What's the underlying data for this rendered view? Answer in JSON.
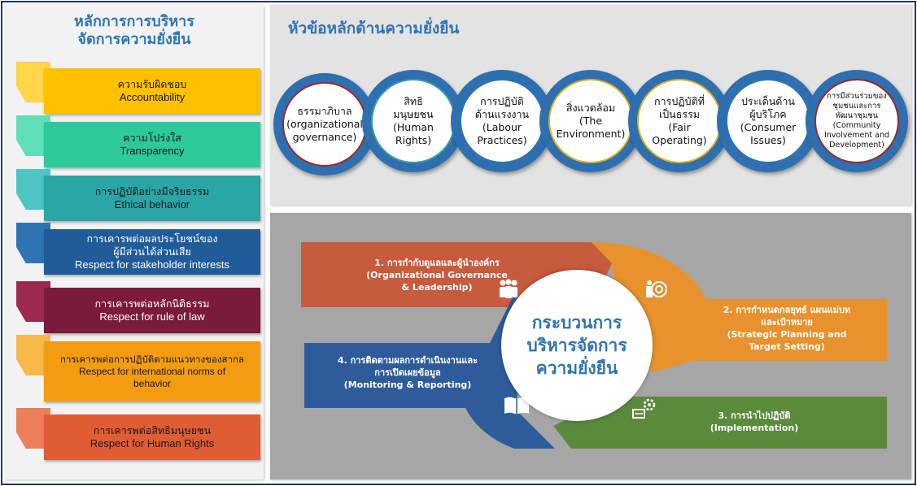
{
  "left_panel": {
    "title_line1": "หลักการการบริหาร",
    "title_line2": "จัดการความยั่งยืน",
    "principles": [
      {
        "th": "ความรับผิดชอบ",
        "en": "Accountability",
        "color": "#ffc000",
        "fold_color": "#ffd54a"
      },
      {
        "th": "ความโปร่งใส",
        "en": "Transparency",
        "color": "#2ec99a",
        "fold_color": "#5fe0b8"
      },
      {
        "th": "การปฏิบัติอย่างมีจริยธรรม",
        "en": "Ethical behavior",
        "color": "#2aa6a6",
        "fold_color": "#4fc4c4"
      },
      {
        "th": "การเคารพต่อผลประโยชน์ของ",
        "th2": "ผู้มีส่วนได้ส่วนเสีย",
        "en": "Respect for stakeholder interests",
        "color": "#1f5c99",
        "fold_color": "#2e74b5"
      },
      {
        "th": "การเคารพต่อหลักนิติธรรม",
        "en": "Respect for rule of law",
        "color": "#7b1a3a",
        "fold_color": "#9c2a50"
      },
      {
        "th": "การเคารพต่อการปฏิบัติตามแนวทางของสากล",
        "en": "Respect for international norms of",
        "en2": "behavior",
        "color": "#f39c12",
        "fold_color": "#f7b84a"
      },
      {
        "th": "การเคารพต่อสิทธิมนุษยชน",
        "en": "Respect for Human Rights",
        "color": "#e05c35",
        "fold_color": "#ec7f5b"
      }
    ]
  },
  "top_panel": {
    "title": "หัวข้อหลักด้านความยั่งยืน",
    "topics": [
      {
        "text": "ธรรมาภิบาล\n(organizational\ngovernance)",
        "ring": "#9a2a2a",
        "small": false
      },
      {
        "text": "สิทธิ\nมนุษยชน\n(Human\nRights)",
        "ring": "#3aa0a0",
        "small": false
      },
      {
        "text": "การปฏิบัติ\nด้านแรงงาน\n(Labour\nPractices)",
        "ring": "#2e74b5",
        "small": false
      },
      {
        "text": "สิ่งแวดล้อม\n(The\nEnvironment)",
        "ring": "#e0b020",
        "small": false
      },
      {
        "text": "การปฏิบัติที่\nเป็นธรรม\n(Fair\nOperating)",
        "ring": "#e0b020",
        "small": false
      },
      {
        "text": "ประเด็นด้าน\nผู้บริโภค\n(Consumer\nIssues)",
        "ring": "#2e74b5",
        "small": false
      },
      {
        "text": "การมีส่วนร่วมของ\nชุมชนและการ\nพัฒนาชุมชน\n(Community\nInvolvement and\nDevelopment)",
        "ring": "#9a2a2a",
        "small": true
      }
    ]
  },
  "process": {
    "center": "กระบวนการ\nบริหารจัดการ\nความยั่งยืน",
    "steps": [
      {
        "line1": "1. การกำกับดูแลและผู้นำองค์กร",
        "line2": "(Organizational Governance",
        "line3": "& Leadership)",
        "color": "#c85a3e"
      },
      {
        "line1": "2. การกำหนดกลยุทธ์ แผนแม่บท",
        "line2": "และเป้าหมาย",
        "line3": "(Strategic Planning and",
        "line4": "Target Setting)",
        "color": "#e8912d"
      },
      {
        "line1": "3. การนำไปปฏิบัติ",
        "line2": "(Implementation)",
        "color": "#5a8a3c"
      },
      {
        "line1": "4. การติดตามผลการดำเนินงานและ",
        "line2": "การเปิดเผยข้อมูล",
        "line3": "(Monitoring & Reporting)",
        "color": "#2e5c9a"
      }
    ],
    "icons": [
      "people-icon",
      "target-icon",
      "gears-icon",
      "book-icon"
    ]
  }
}
